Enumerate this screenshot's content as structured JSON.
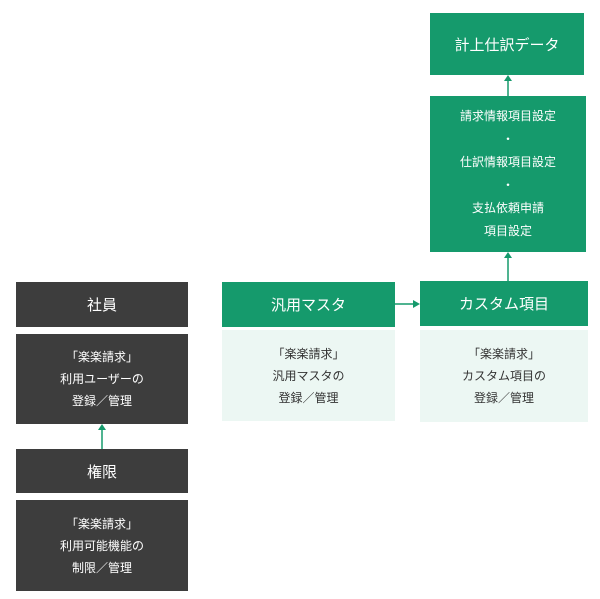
{
  "nodes": {
    "employee": {
      "title": "社員",
      "desc": [
        "「楽楽請求」",
        "利用ユーザーの",
        "登録／管理"
      ]
    },
    "permission": {
      "title": "権限",
      "desc": [
        "「楽楽請求」",
        "利用可能機能の",
        "制限／管理"
      ]
    },
    "general_master": {
      "title": "汎用マスタ",
      "desc": [
        "「楽楽請求」",
        "汎用マスタの",
        "登録／管理"
      ]
    },
    "custom_item": {
      "title": "カスタム項目",
      "desc": [
        "「楽楽請求」",
        "カスタム項目の",
        "登録／管理"
      ]
    },
    "settings": {
      "lines": [
        "請求情報項目設定",
        "・",
        "仕訳情報項目設定",
        "・",
        "支払依頼申請",
        "項目設定"
      ]
    },
    "journal_data": {
      "title": "計上仕訳データ"
    }
  },
  "colors": {
    "dark": "#3d3d3d",
    "green": "#159a6c",
    "light_green": "#ecf7f3"
  }
}
